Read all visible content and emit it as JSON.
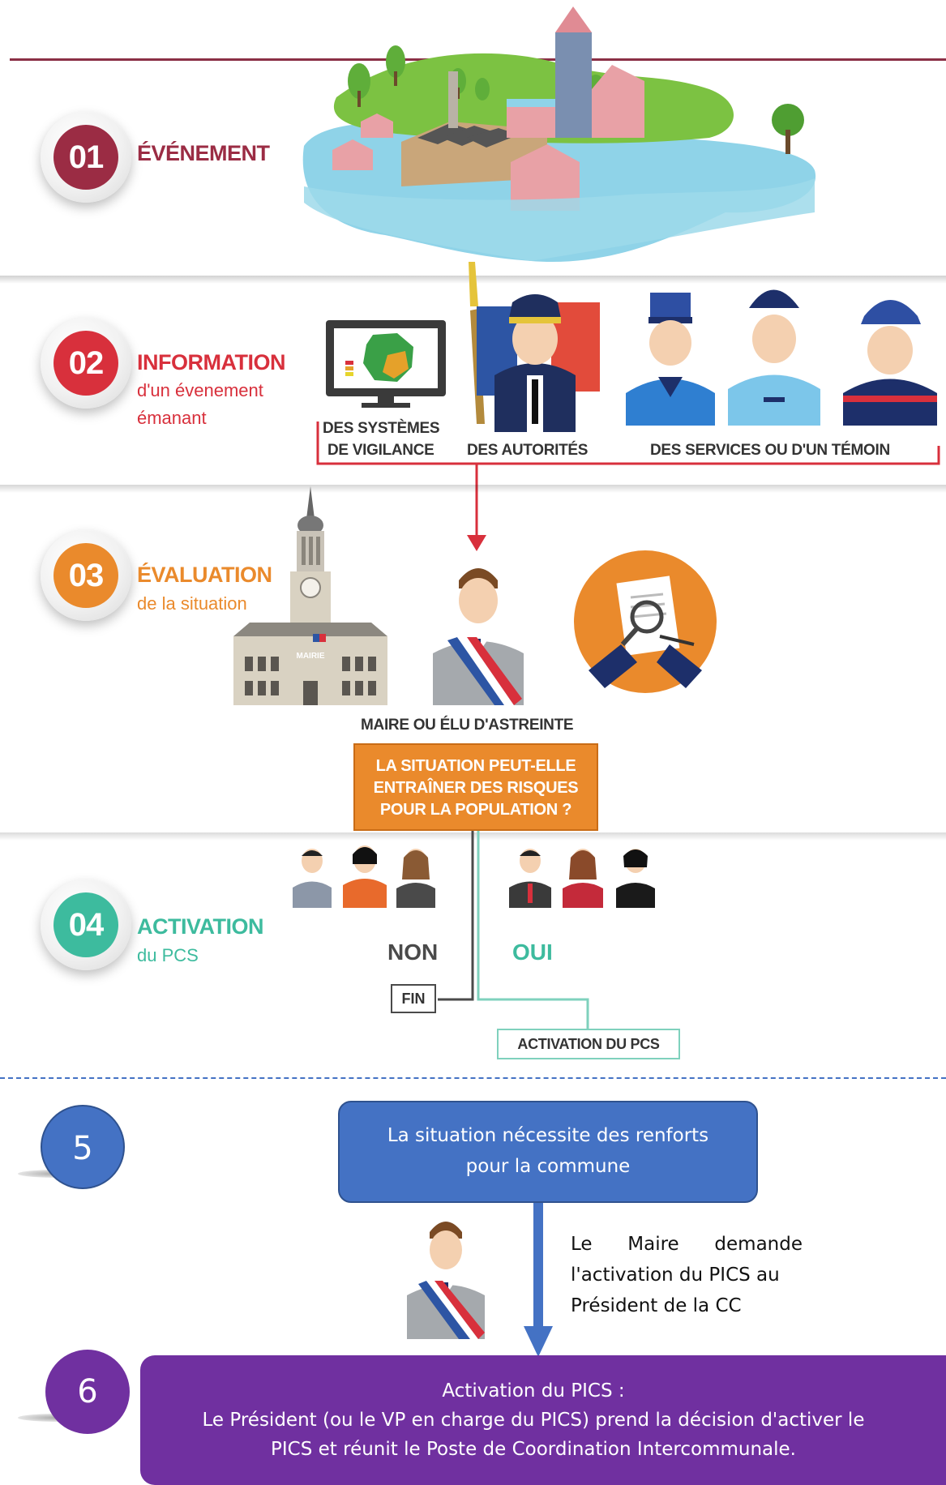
{
  "steps": [
    {
      "num": "01",
      "title": "ÉVÉNEMENT",
      "color": "#9b2c44"
    },
    {
      "num": "02",
      "title": "INFORMATION",
      "sub1": "d'un évenement",
      "sub2": "émanant",
      "color": "#d8303c"
    },
    {
      "num": "03",
      "title": "ÉVALUATION",
      "sub1": "de la situation",
      "color": "#ea8a2c"
    },
    {
      "num": "04",
      "title": "ACTIVATION",
      "sub1": "du PCS",
      "color": "#3dbb9e"
    }
  ],
  "sources": {
    "vigilance_line1": "DES SYSTÈMES",
    "vigilance_line2": "DE VIGILANCE",
    "autorites": "DES AUTORITÉS",
    "services": "DES SERVICES OU D'UN TÉMOIN"
  },
  "evaluation": {
    "mairie_label": "MAIRIE",
    "maire_caption": "MAIRE OU ÉLU D'ASTREINTE",
    "question_line1": "LA SITUATION PEUT-ELLE",
    "question_line2": "ENTRAÎNER DES RISQUES",
    "question_line3": "POUR LA POPULATION ?"
  },
  "decision": {
    "non": "NON",
    "oui": "OUI",
    "fin": "FIN",
    "activation_box": "ACTIVATION DU PCS"
  },
  "step5": {
    "num": "5",
    "box_line1": "La situation nécessite des renforts",
    "box_line2": "pour la commune",
    "request_line1": "Le Maire demande",
    "request_line2": "l'activation du PICS au",
    "request_line3": "Président de la CC",
    "color": "#4472c4"
  },
  "step6": {
    "num": "6",
    "line1": "Activation du PICS :",
    "line2": "Le Président (ou le VP en charge du PICS) prend la décision d'activer le",
    "line3": "PICS et réunit le Poste de Coordination Intercommunale.",
    "color": "#7030a0"
  }
}
